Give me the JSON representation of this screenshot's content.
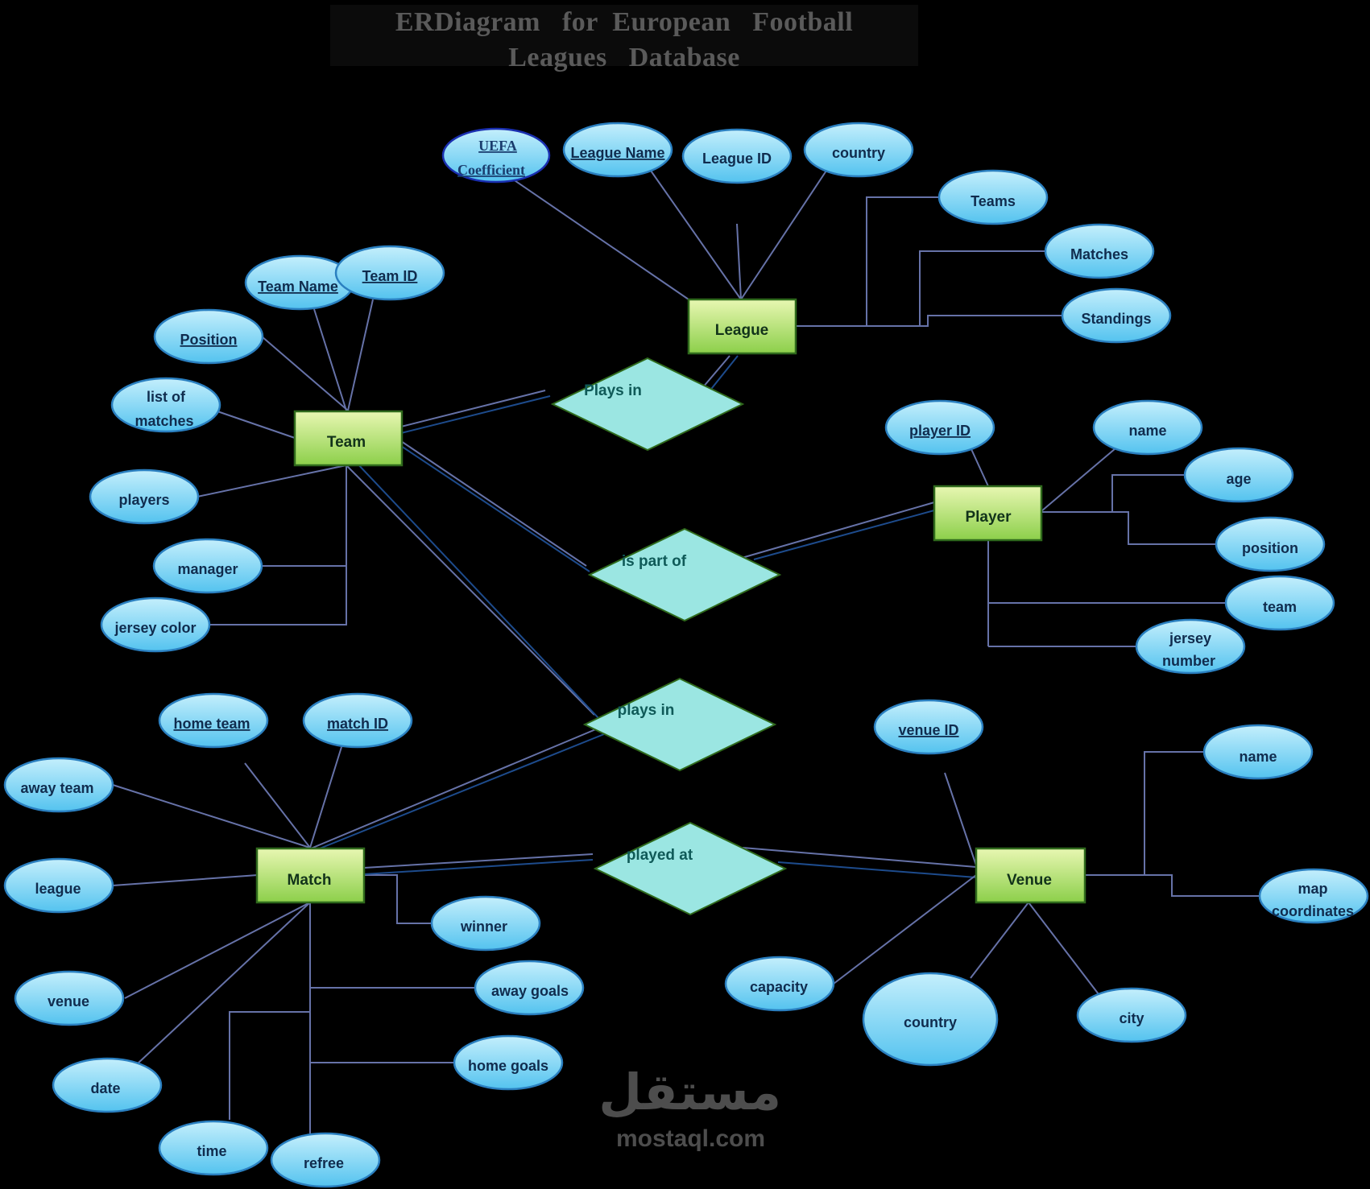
{
  "title": {
    "line1": "ERDiagram   for  European   Football",
    "line2": "Leagues   Database"
  },
  "colors": {
    "background": "#000000",
    "attribute_fill_top": "#c4effc",
    "attribute_fill_bottom": "#54c3ef",
    "entity_fill_top": "#e8f7b2",
    "entity_fill_bottom": "#8ccf4a",
    "relationship_fill": "#9be6e2"
  },
  "entities": {
    "league": "League",
    "team": "Team",
    "player": "Player",
    "match": "Match",
    "venue": "Venue"
  },
  "relationships": {
    "team_league": "Plays  in",
    "team_player": "is part  of",
    "team_match": "plays  in",
    "match_venue": "played  at"
  },
  "attributes": {
    "league": {
      "uefa_line1": "UEFA",
      "uefa_line2": "Coefficient",
      "league_name": "League Name",
      "league_id": "League ID",
      "country": "country",
      "teams": "Teams",
      "matches": "Matches",
      "standings": "Standings"
    },
    "team": {
      "team_name": "Team  Name ",
      "team_id": "Team  ID",
      "position": "Position",
      "list_line1": "list of",
      "list_line2": "matches",
      "players": "players",
      "manager": "manager",
      "jersey_color": "jersey color"
    },
    "player": {
      "player_id": "player ID",
      "name": "name",
      "age": "age",
      "position": "position",
      "team": "team",
      "jersey_line1": "jersey",
      "jersey_line2": "number"
    },
    "match": {
      "home_team": "home  team",
      "match_id": "match  ID",
      "away_team": "away team",
      "league": "league",
      "winner": "winner",
      "venue": "venue",
      "away_goals": "away goals",
      "date": "date",
      "home_goals": "home goals",
      "time": "time",
      "refree": "refree"
    },
    "venue": {
      "venue_id": "venue  ID",
      "name": "name",
      "map_line1": "map",
      "map_line2": "coordinates",
      "capacity": "capacity",
      "country": "country",
      "city": "city"
    }
  },
  "watermark": {
    "arabic": "مستقل",
    "site": "mostaql.com"
  }
}
